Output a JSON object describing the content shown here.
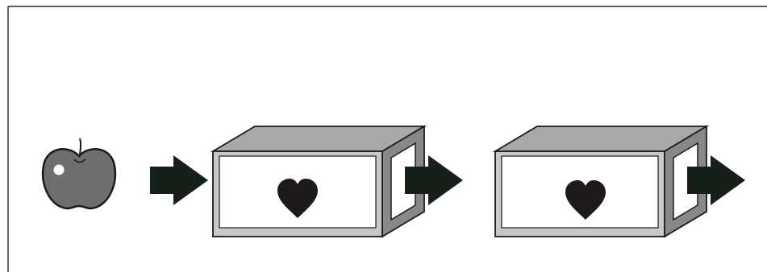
{
  "diagram": {
    "description_icons": {
      "input": "apple-icon",
      "arrow": "arrow-right-icon",
      "process": "box-with-heart-icon",
      "heart": "heart-icon"
    },
    "colors": {
      "apple_fill": "#6e6e6e",
      "apple_outline": "#1a1a1a",
      "apple_highlight": "#ffffff",
      "arrow_fill": "#162019",
      "box_top": "#a8a8a8",
      "box_side": "#888888",
      "box_front_frame": "#c8c8c8",
      "box_front_panel": "#ffffff",
      "heart_fill": "#1e1a1a",
      "frame_line": "#000000"
    },
    "sequence": [
      "apple",
      "arrow",
      "box",
      "arrow",
      "box",
      "arrow"
    ]
  }
}
